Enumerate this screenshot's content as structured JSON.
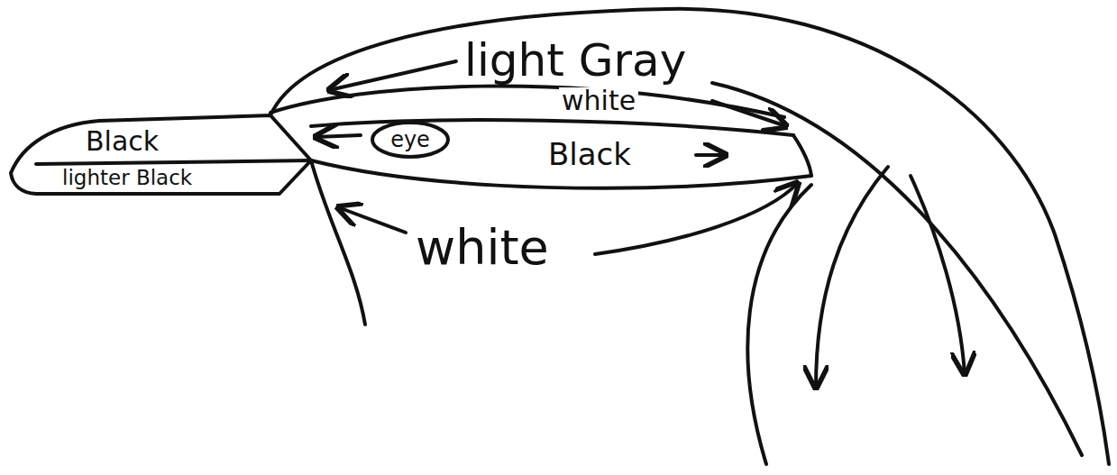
{
  "diagram": {
    "labels": [
      "light Gray",
      "white",
      "Black",
      "lighter Black",
      "eye",
      "Black",
      "white"
    ]
  }
}
